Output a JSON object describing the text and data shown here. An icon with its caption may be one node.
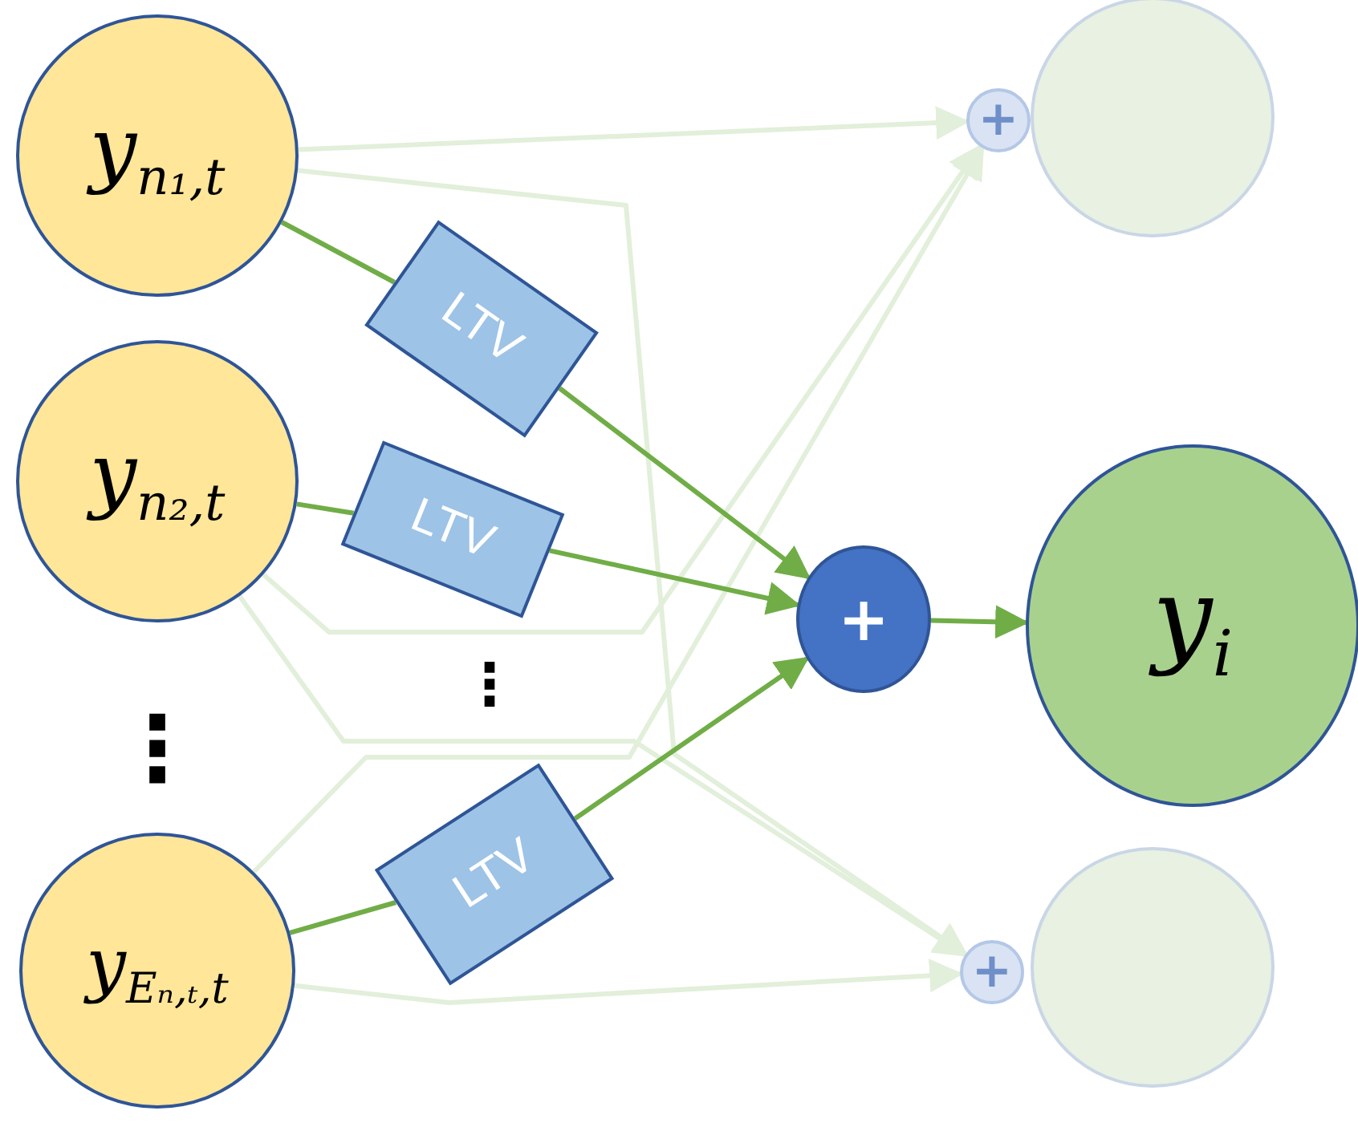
{
  "diagram": {
    "nodes": [
      {
        "text": [
          "y$_{n₁,t}$"
        ]
      },
      {
        "text": [
          "y$_{n₂,t}$"
        ]
      },
      {
        "text": [
          "y$_{Eₙ,ₜ,t}$"
        ]
      },
      {
        "text": [
          "LTV"
        ]
      },
      {
        "text": [
          "LTV"
        ]
      },
      {
        "text": [
          "LTV"
        ]
      },
      {
        "text": [
          "+"
        ]
      },
      {
        "text": [],
        "shape": "circle"
      },
      {
        "text": [
          "+"
        ]
      },
      {
        "text": [
          "y$_{i}$"
        ]
      },
      {
        "text": [
          "+"
        ]
      },
      {
        "text": [],
        "shape": "circle"
      }
    ],
    "edges": [
      {
        "from": 0,
        "to": 6,
        "arrow": "to",
        "color": "#e2efda"
      },
      {
        "from": 1,
        "to": 6,
        "arrow": "to",
        "color": "#e2efda"
      },
      {
        "from": 2,
        "to": 6,
        "arrow": "to",
        "color": "#e2efda"
      },
      {
        "from": 0,
        "to": 10,
        "arrow": "to",
        "color": "#e2efda"
      },
      {
        "from": 1,
        "to": 10,
        "arrow": "to",
        "color": "#e2efda"
      },
      {
        "from": 2,
        "to": 10,
        "arrow": "to",
        "color": "#e2efda"
      },
      {
        "from": 0,
        "to": 3,
        "arrow": "none"
      },
      {
        "from": 3,
        "to": 8,
        "arrow": "to"
      },
      {
        "from": 1,
        "to": 4,
        "arrow": "none"
      },
      {
        "from": 4,
        "to": 8,
        "arrow": "to"
      },
      {
        "from": 2,
        "to": 5,
        "arrow": "none"
      },
      {
        "from": 5,
        "to": 8,
        "arrow": "to"
      },
      {
        "from": 8,
        "to": 9,
        "arrow": "to"
      }
    ],
    "labels": [
      "⋮",
      "⋮"
    ]
  }
}
